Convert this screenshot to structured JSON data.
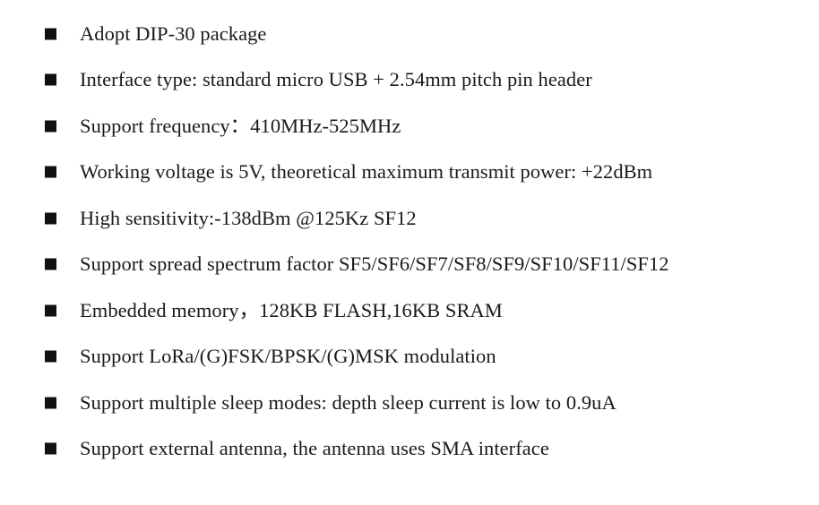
{
  "features": [
    "Adopt DIP-30 package",
    "Interface type: standard micro USB + 2.54mm pitch pin header",
    "Support frequency：410MHz-525MHz",
    "Working voltage is 5V, theoretical maximum transmit power: +22dBm",
    "High sensitivity:-138dBm @125Kz SF12",
    "Support spread spectrum factor SF5/SF6/SF7/SF8/SF9/SF10/SF11/SF12",
    "Embedded memory，128KB FLASH,16KB SRAM",
    "Support LoRa/(G)FSK/BPSK/(G)MSK modulation",
    "Support multiple sleep modes: depth sleep current is low to 0.9uA",
    "Support external antenna, the antenna uses SMA interface"
  ]
}
